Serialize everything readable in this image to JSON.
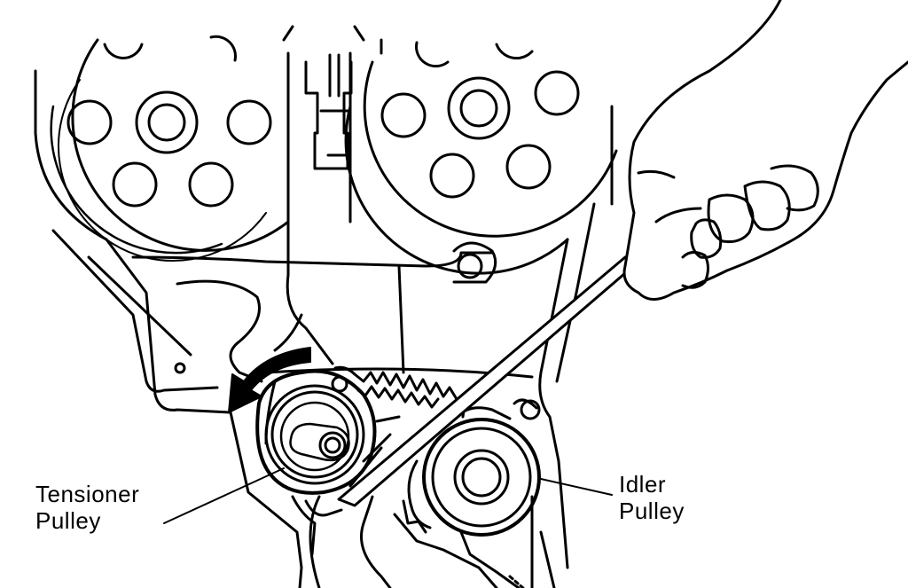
{
  "labels": {
    "tensioner": {
      "line1": "Tensioner",
      "line2": "Pulley"
    },
    "idler": {
      "line1": "Idler",
      "line2": "Pulley"
    }
  },
  "colors": {
    "ink": "#000000",
    "paper": "#ffffff"
  },
  "icons": {
    "rotation_arrow": "counterclockwise-arrow-icon"
  }
}
